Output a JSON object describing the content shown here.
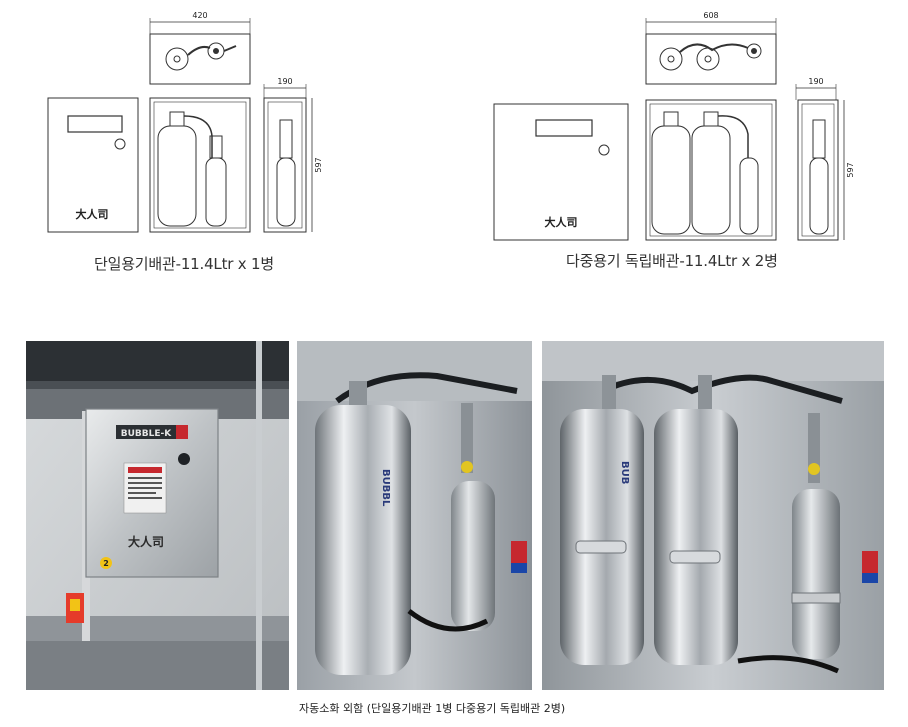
{
  "drawing_single": {
    "caption": "단일용기배관-11.4Ltr x 1병",
    "dim_width": "420",
    "dim_depth": "190",
    "dim_height": "597",
    "logo": "大人司"
  },
  "drawing_multi": {
    "caption": "다중용기  독립배관-11.4Ltr x 2병",
    "dim_width": "608",
    "dim_depth": "190",
    "dim_height": "597",
    "logo": "大人司"
  },
  "photo_1": {
    "brand_label": "BUBBLE-K",
    "logo": "大人司",
    "number_badge": "2"
  },
  "photo_2": {
    "cylinder_label": "BUBBL"
  },
  "photo_3": {
    "cylinder_label": "BUB"
  },
  "bottom_caption": "자동소화 외함 (단일용기배관 1병 다중용기 독립배관 2병)",
  "colors": {
    "line": "#333333",
    "steel": "#b8bcc0",
    "dark": "#2a2e33"
  }
}
